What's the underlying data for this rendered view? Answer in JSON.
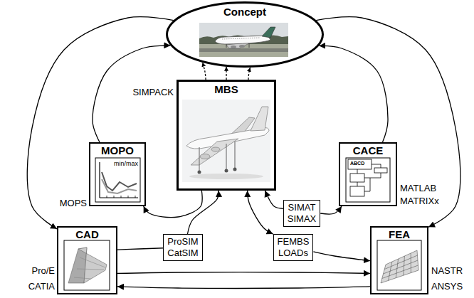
{
  "diagram": {
    "nodes": [
      {
        "text": [
          "Concept"
        ]
      },
      {
        "text": [
          "MBS"
        ]
      },
      {
        "text": [
          "MOPO"
        ]
      },
      {
        "text": [
          "CACE"
        ]
      },
      {
        "text": [
          "SIMAT SIMAX"
        ]
      },
      {
        "text": [
          "CAD"
        ]
      },
      {
        "text": [
          "ProSIM CatSIM"
        ]
      },
      {
        "text": [
          "FEMBS LOADs"
        ]
      },
      {
        "text": [
          "FEA"
        ]
      }
    ],
    "edges": [
      {
        "from": 0,
        "to": 5,
        "arrow": "to"
      },
      {
        "from": 2,
        "to": 0,
        "arrow": "to"
      },
      {
        "from": 0,
        "to": 8,
        "arrow": "to"
      },
      {
        "from": 3,
        "to": 0,
        "arrow": "to"
      },
      {
        "from": 1,
        "to": 0,
        "arrow": "to"
      },
      {
        "from": 1,
        "to": 0,
        "arrow": "to"
      },
      {
        "from": 1,
        "to": 0,
        "arrow": "to"
      },
      {
        "from": 1,
        "to": 2,
        "arrow": "to"
      },
      {
        "from": 5,
        "to": 6,
        "arrow": "none"
      },
      {
        "from": 6,
        "to": 1,
        "arrow": "to"
      },
      {
        "from": 4,
        "to": 1,
        "arrow": "to"
      },
      {
        "from": 4,
        "to": 3,
        "arrow": "to"
      },
      {
        "from": 7,
        "to": 1,
        "arrow": "both"
      },
      {
        "from": 7,
        "to": 8,
        "arrow": "to"
      },
      {
        "from": 5,
        "to": 8,
        "arrow": "to"
      },
      {
        "from": 8,
        "to": 5,
        "arrow": "to"
      }
    ],
    "labels": [
      "SIMPACK",
      "min/max",
      "MOPS",
      "ABCD",
      "MATLAB",
      "MATRIXx",
      "Pro/E",
      "CATIA",
      "NASTR",
      "ANSYS"
    ]
  }
}
